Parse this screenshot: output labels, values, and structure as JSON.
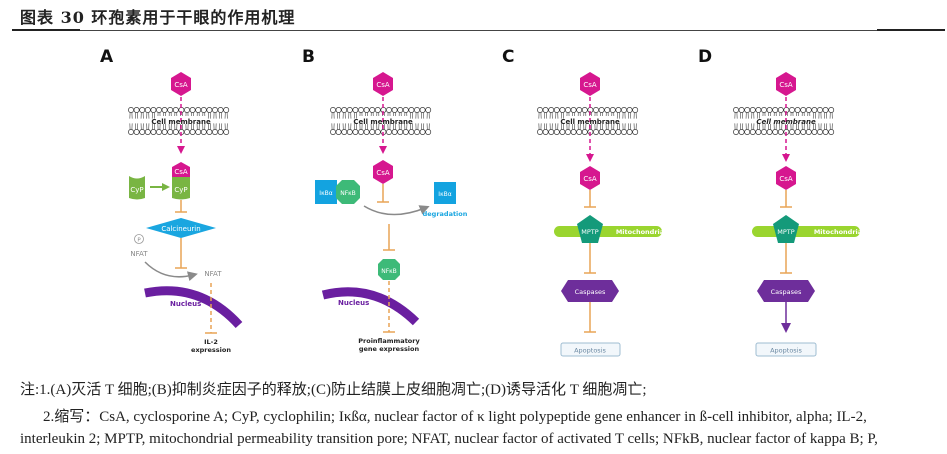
{
  "header": {
    "title": "图表 30  环孢素用于干眼的作用机理"
  },
  "panels": {
    "A": {
      "letter": "A",
      "csa_top": "CsA",
      "membrane": "Cell membrane",
      "csa_bound": "CsA",
      "cyp_free": "CyP",
      "cyp_bound": "CyP",
      "calcineurin": "Calcineurin",
      "p_label": "P",
      "nfat_phos": "NFAT",
      "nfat": "NFAT",
      "nucleus": "Nucleus",
      "il2_line1": "IL-2",
      "il2_line2": "expression"
    },
    "B": {
      "letter": "B",
      "csa_top": "CsA",
      "membrane": "Cell membrane",
      "csa_inner": "CsA",
      "ikba": "IκBα",
      "nfkb_bound": "NFκB",
      "ikba_free": "IκBα",
      "degradation": "degradation",
      "nfkb": "NFκB",
      "nucleus": "Nucleus",
      "out_line1": "Proinflammatory",
      "out_line2": "gene expression"
    },
    "C": {
      "letter": "C",
      "csa_top": "CsA",
      "membrane": "Cell membrane",
      "csa_inner": "CsA",
      "mptp": "MPTP",
      "mitochondria": "Mitochondria",
      "caspases": "Caspases",
      "apoptosis": "Apoptosis"
    },
    "D": {
      "letter": "D",
      "csa_top": "CsA",
      "membrane": "Cell membrane",
      "csa_inner": "CsA",
      "mptp": "MPTP",
      "mitochondria": "Mitochondria",
      "caspases": "Caspases",
      "apoptosis": "Apoptosis"
    }
  },
  "colors": {
    "csa": "#d6178f",
    "cyp": "#79b543",
    "calcineurin": "#1aa6e0",
    "inhibit": "#e8a456",
    "nucleus": "#6a1fa0",
    "ikba": "#13a3e0",
    "nfkb": "#3dba78",
    "mito": "#9ad52f",
    "mptp": "#149a7a",
    "caspases": "#6e2e9b",
    "apoptosis_border": "#9fbdd2"
  },
  "notes": {
    "line1": "注:1.(A)灭活 T 细胞;(B)抑制炎症因子的释放;(C)防止结膜上皮细胞凋亡;(D)诱导活化 T 细胞凋亡;",
    "line2": "2.缩写：CsA, cyclosporine A; CyP, cyclophilin; Iκßα, nuclear factor of κ light polypeptide gene enhancer in ß-cell inhibitor, alpha; IL-2,",
    "line3": "interleukin 2; MPTP, mitochondrial permeability transition pore; NFAT, nuclear factor of activated T cells; NFkB, nuclear factor of kappa B; P,"
  }
}
